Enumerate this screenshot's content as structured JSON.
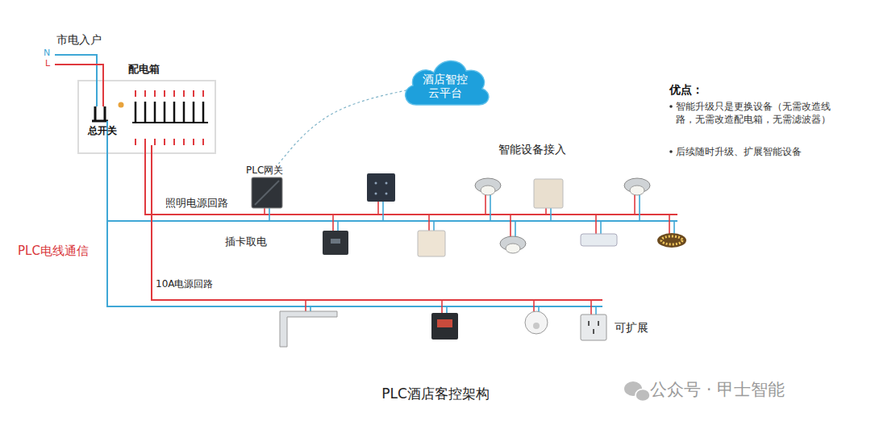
{
  "diagram": {
    "caption": "PLC酒店客控架构",
    "nodes": [
      {
        "text": [
          "配电箱"
        ]
      },
      {
        "text": [
          "总开关"
        ],
        "in": 0
      },
      {
        "text": [
          "酒店智控 云平台"
        ]
      },
      {
        "text": [
          "PLC网关"
        ]
      },
      {
        "text": [
          "插卡取电"
        ]
      },
      {
        "text": [
          "可扩展"
        ]
      }
    ],
    "edges": [
      {
        "from": 2,
        "to": 3,
        "arrow": "none"
      }
    ],
    "labels": [
      "市电入户",
      "N",
      "L",
      "照明电源回路",
      "智能设备接入",
      "PLC电线通信",
      "10A电源回路",
      "优点：",
      "智能升级只是更换设备（无需改造线路，无需改造配电箱，无需滤波器）",
      "后续随时升级、扩展智能设备",
      "公众号 · 甲士智能"
    ]
  }
}
